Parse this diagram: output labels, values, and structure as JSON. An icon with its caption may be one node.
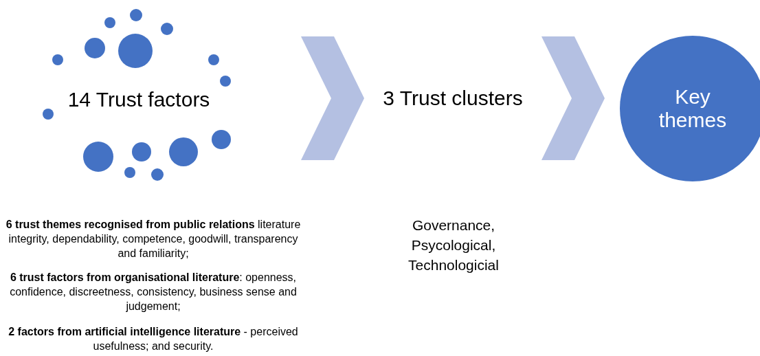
{
  "diagram": {
    "nodes": [
      {
        "text": [
          "14 Trust factors"
        ]
      },
      {
        "text": [
          "3 Trust clusters"
        ]
      },
      {
        "text": [
          "Key themes"
        ]
      }
    ],
    "edges": [
      {
        "from": 0,
        "to": 1,
        "arrow": "to"
      },
      {
        "from": 1,
        "to": 2,
        "arrow": "to"
      }
    ],
    "labels": [
      "**6 trust themes recognised from public relations** literature integrity, dependability, competence, goodwill, transparency and familiarity;",
      "**6 trust factors from organisational literature**: openness, confidence, discreetness, consistency, business sense and judgement;",
      "**2 factors from artificial intelligence literature** - perceived usefulness; and security.",
      "Governance, Psycological, Technologicial"
    ]
  }
}
